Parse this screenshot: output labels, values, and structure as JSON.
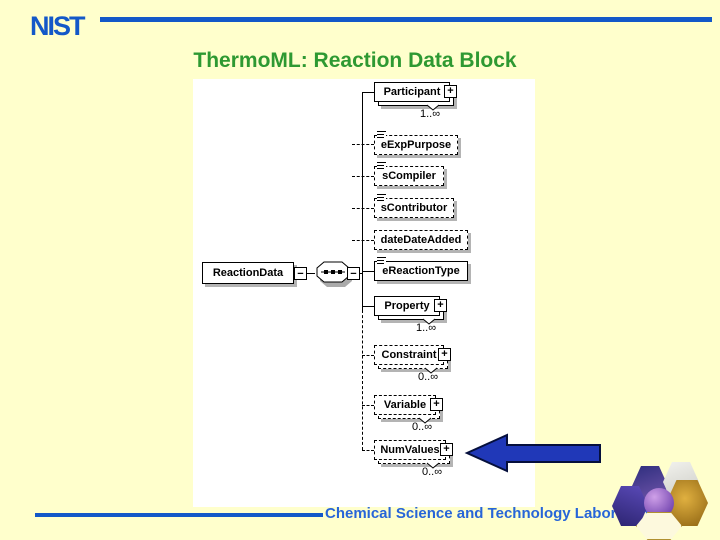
{
  "slide": {
    "logo": "NIST",
    "title": "ThermoML: Reaction Data Block",
    "footer": "Chemical Science and Technology Laboratory",
    "colors": {
      "background": "#FFFFCC",
      "canvas": "#FFFFFF",
      "title_green": "#2E9932",
      "nist_blue": "#1358C8",
      "footer_blue": "#2765D8",
      "arrow_blue": "#2038B8",
      "box_shadow_gray": "#B4B4B4"
    }
  },
  "diagram": {
    "root_label": "ReactionData",
    "compositor": "sequence",
    "collapse_glyph": "−",
    "expand_glyph": "+",
    "children": [
      {
        "label": "Participant",
        "occurrence": "1..∞"
      },
      {
        "label": "eExpPurpose"
      },
      {
        "label": "sCompiler"
      },
      {
        "label": "sContributor"
      },
      {
        "label": "dateDateAdded"
      },
      {
        "label": "eReactionType"
      },
      {
        "label": "Property",
        "occurrence": "1..∞"
      },
      {
        "label": "Constraint",
        "occurrence": "0..∞"
      },
      {
        "label": "Variable",
        "occurrence": "0..∞"
      },
      {
        "label": "NumValues",
        "occurrence": "0..∞"
      }
    ],
    "annotation_arrow_target": "NumValues"
  }
}
